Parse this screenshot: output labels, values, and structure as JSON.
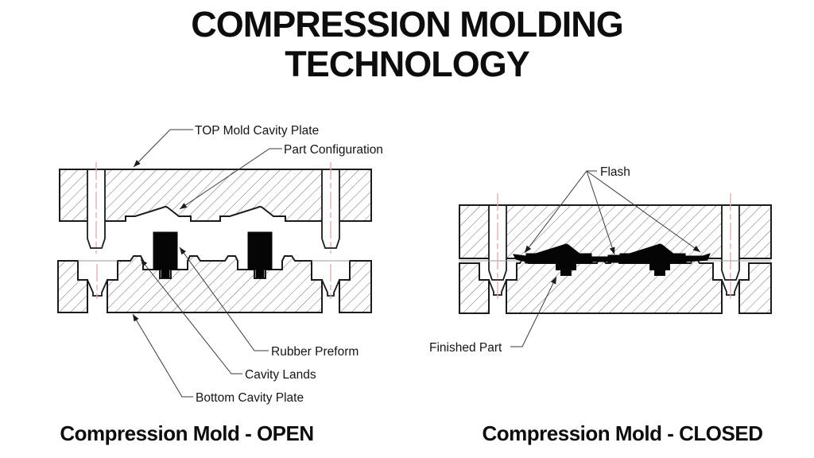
{
  "title": {
    "line1": "COMPRESSION MOLDING",
    "line2": "TECHNOLOGY"
  },
  "open_mold": {
    "caption": "Compression Mold - OPEN",
    "labels": {
      "top_plate": "TOP Mold Cavity Plate",
      "part_configuration": "Part Configuration",
      "rubber_preform": "Rubber Preform",
      "cavity_lands": "Cavity Lands",
      "bottom_plate": "Bottom Cavity Plate"
    }
  },
  "closed_mold": {
    "caption": "Compression Mold - CLOSED",
    "labels": {
      "flash": "Flash",
      "finished_part": "Finished Part"
    }
  },
  "colors": {
    "background": "#ffffff",
    "outline": "#1b1b1b",
    "hatch": "#6f6f6f",
    "centerline": "#dfaaa6",
    "part_fill": "#050505",
    "leader": "#3a3a3a"
  }
}
